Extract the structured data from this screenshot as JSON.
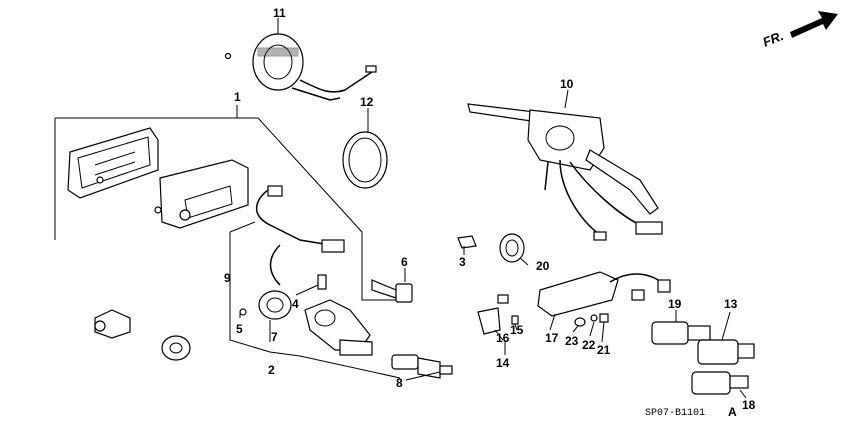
{
  "diagram": {
    "direction_label": "FR.",
    "footer_code": "SP07-B1101",
    "footer_suffix": "A",
    "callouts": {
      "p1": "1",
      "p2": "2",
      "p3": "3",
      "p4": "4",
      "p5": "5",
      "p6": "6",
      "p7": "7",
      "p8": "8",
      "p9": "9",
      "p10": "10",
      "p11": "11",
      "p12": "12",
      "p13": "13",
      "p14": "14",
      "p15": "15",
      "p16": "16",
      "p17": "17",
      "p18": "18",
      "p19": "19",
      "p20": "20",
      "p21": "21",
      "p22": "22",
      "p23": "23"
    }
  }
}
